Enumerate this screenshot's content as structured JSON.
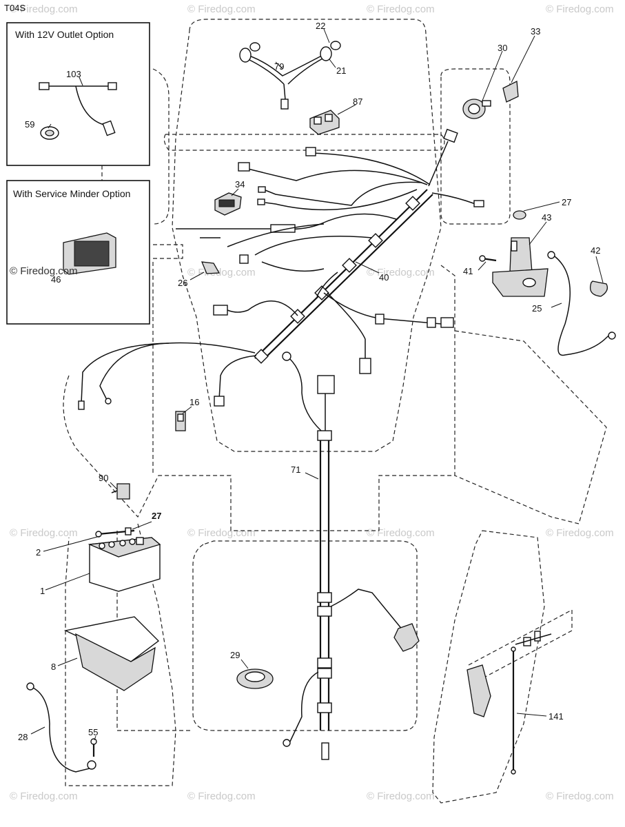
{
  "diagram_code": "T04S",
  "watermark_text": "© Firedog.com",
  "inset_boxes": {
    "outlet_title": "With 12V Outlet Option",
    "minder_title": "With Service Minder Option",
    "minder_watermark": "© Firedog.com"
  },
  "part_numbers": {
    "p103": "103",
    "p59": "59",
    "p46": "46",
    "p22": "22",
    "p79": "79",
    "p21": "21",
    "p87": "87",
    "p30": "30",
    "p33": "33",
    "p34": "34",
    "p27a": "27",
    "p43": "43",
    "p42": "42",
    "p41": "41",
    "p40": "40",
    "p26": "26",
    "p25": "25",
    "p16": "16",
    "p71": "71",
    "p90": "90",
    "p27b": "27",
    "p2": "2",
    "p1": "1",
    "p8": "8",
    "p29": "29",
    "p28": "28",
    "p55": "55",
    "p141": "141"
  }
}
